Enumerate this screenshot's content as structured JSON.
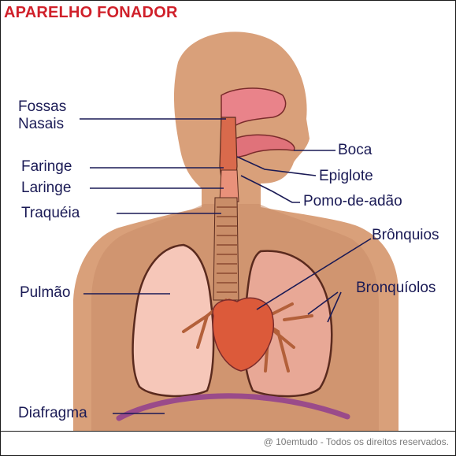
{
  "title": "APARELHO FONADOR",
  "labels": {
    "fossas_line1": "Fossas",
    "fossas_line2": "Nasais",
    "faringe": "Faringe",
    "laringe": "Laringe",
    "traqueia": "Traquéia",
    "pulmao": "Pulmão",
    "diafragma": "Diafragma",
    "boca": "Boca",
    "epiglote": "Epiglote",
    "pomo": "Pomo-de-adão",
    "bronquios": "Brônquios",
    "bronquiolos": "Bronquíolos"
  },
  "copyright": "@ 10emtudo - Todos os direitos reservados.",
  "colors": {
    "title": "#d0202a",
    "label_text": "#1a1a55",
    "leader_line": "#1a1a55",
    "skin_outer": "#d9a07a",
    "skin_inner": "#c97f58",
    "airway": "#d96a4c",
    "lung": "#f6c7b9",
    "lung_outline": "#5a2a1e",
    "heart": "#dc5a3a",
    "diaphragm": "#9a4b8a"
  }
}
